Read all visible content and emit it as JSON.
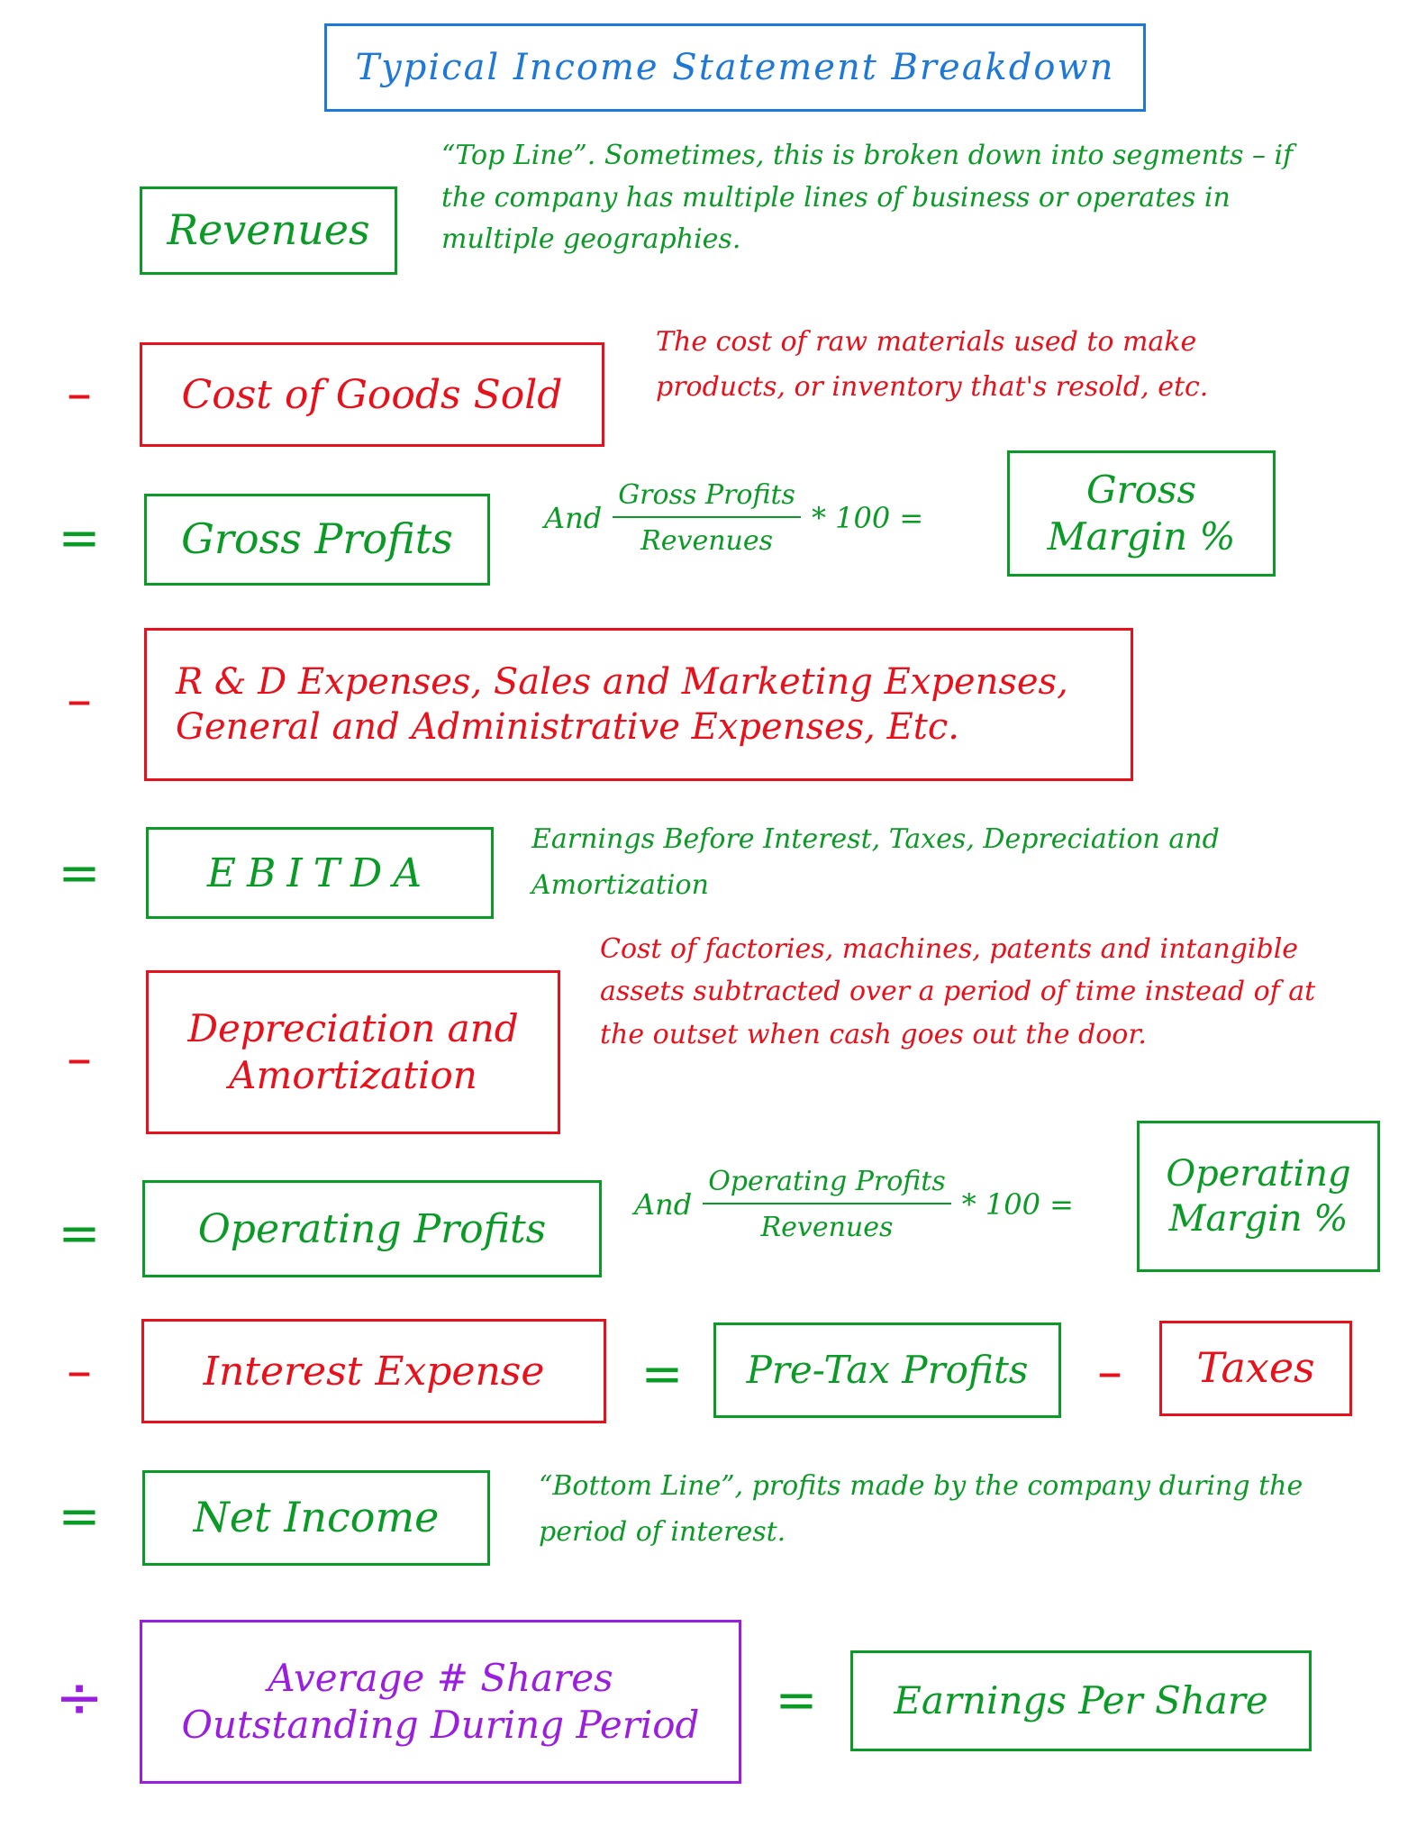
{
  "title": "Typical Income Statement Breakdown",
  "colors": {
    "green": "#0a9a26",
    "red": "#e8101a",
    "blue": "#1d78d8",
    "purple": "#9b1ee0"
  },
  "rows": {
    "revenues": {
      "label": "Revenues",
      "note": "“Top Line”. Sometimes, this is broken down into segments – if the company has multiple lines of business or operates in multiple geographies."
    },
    "cogs": {
      "op": "–",
      "label": "Cost of Goods Sold",
      "note": "The cost of raw materials used to make products, or inventory that's resold, etc."
    },
    "gross": {
      "op": "=",
      "label": "Gross Profits",
      "and": "And",
      "num": "Gross Profits",
      "den": "Revenues",
      "mult": "* 100 =",
      "result_line1": "Gross",
      "result_line2": "Margin %"
    },
    "opex": {
      "op": "–",
      "line1": "R & D Expenses, Sales and Marketing Expenses,",
      "line2": "General and Administrative Expenses, Etc."
    },
    "ebitda": {
      "op": "=",
      "label": "EBITDA",
      "note": "Earnings Before Interest, Taxes, Depreciation and Amortization"
    },
    "da": {
      "op": "–",
      "line1": "Depreciation and",
      "line2": "Amortization",
      "note": "Cost of factories, machines, patents and intangible assets subtracted over a period of time instead of at the outset when cash goes out the door."
    },
    "operating": {
      "op": "=",
      "label": "Operating Profits",
      "and": "And",
      "num": "Operating Profits",
      "den": "Revenues",
      "mult": "* 100 =",
      "result_line1": "Operating",
      "result_line2": "Margin %"
    },
    "interest": {
      "op": "–",
      "label": "Interest Expense",
      "eq": "=",
      "pretax": "Pre-Tax Profits",
      "minus": "–",
      "taxes": "Taxes"
    },
    "net": {
      "op": "=",
      "label": "Net Income",
      "note": "“Bottom Line”, profits made by the company during the period of interest."
    },
    "shares": {
      "op": "÷",
      "line1": "Average # Shares",
      "line2": "Outstanding During Period",
      "eq": "=",
      "eps": "Earnings Per Share"
    }
  }
}
